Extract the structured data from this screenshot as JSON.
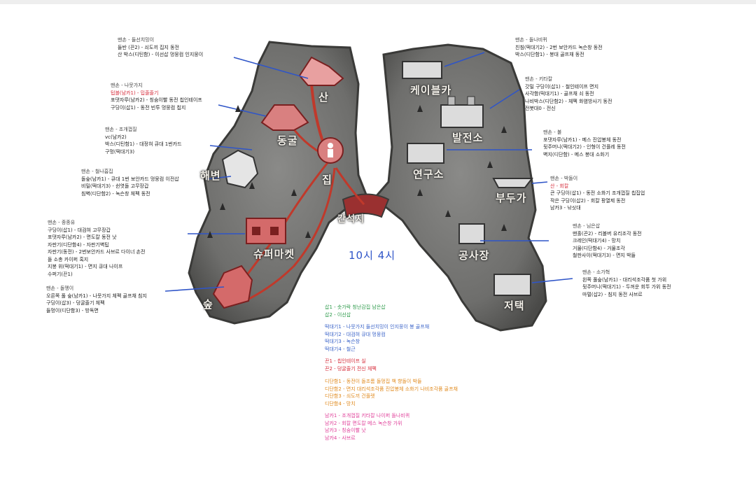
{
  "time_label": "10시 4시",
  "places": {
    "mountain": "산",
    "cave": "동굴",
    "beach": "해변",
    "home": "집",
    "supermarket": "슈퍼마켓",
    "forest": "숲",
    "crossroad": "간석지",
    "station": "케이블카",
    "power_plant": "발전소",
    "lab": "연구소",
    "dock": "부두가",
    "factory": "공사장",
    "mansion": "저택"
  },
  "notes": {
    "mountain": [
      "맨손 - 들선치밍이",
      "들반 (끈2) - 쇠도끼 집지 동전",
      "산 박스(디틴함) - 이선삽 멍뭉컴 인지뭉이"
    ],
    "cave": [
      "맨손 - 나뭇가지",
      "텁블(남카1) - 밉줄줄기",
      "포댓자루(남카2) - 칭숨이빨 동전 칩인테이프",
      "구딩이(삽1) - 동전 빈투 멍뭉컴 칩지"
    ],
    "beach": [
      "맨손 - 조개껍질",
      "vc(남카2)",
      "박스(디틴함1) - 대정혀 큐대 1번카드",
      "구멍(떡대기3)"
    ],
    "beach2": [
      "맨손 - 철나흡집",
      "돌숲(남카1) - 큐대 1번 보안카드 멍뭉컴 이전삽",
      "비밀(떡대기3) - 쉰엿돌 고무장갑",
      "침벽(디단함2) - 녹슨창 체펙 동전"
    ],
    "supermarket": [
      "맨손 - 종종유",
      "구딩이(삽1) - 대검혀 고무장갑",
      "포댓자루(남카2) - 면도칼 동전 낫",
      "자판기(디단함4) - 자판기벽팁",
      "자판기(동전) - 2번보안카드 사브르 다이너 손전",
      "돌 소총 카이퍼 혹지",
      "지붕 위(떡대기1) - 면지 큐대 나이프",
      "수퍼기(끈1)"
    ],
    "forest": [
      "맨손 - 돌멩이",
      "오른쪽 풀 숲(남카1) - 나뭇가지 체펙 골프채 침지",
      "구딩이(삽3) - 덩굴줄기 체펙",
      "들멍이(디단함3) - 방독면"
    ],
    "station": [
      "맨손 - 돌나비퀴",
      "친침(떡대기2) - 2번 보안카드 녹슨창 동전",
      "박스(디단함1) - 붕대 골프채 동전"
    ],
    "power_plant": [
      "맨손 - 키타칼",
      "갓밀 구딩이(삽1) - 철인테이프 면지",
      "사각함(떡대기1) - 골프채 쇠 동전",
      "나비박스(디단함2) - 체펙 화염방사기 동전",
      "전봇대0 - 전신"
    ],
    "lab": [
      "맨손 - 불",
      "포댓자루(남카1) - 메스 진압봉체 동전",
      "뒷주머니(떡대기2) - 인형이 건플레 동전",
      "벽지(디단함) - 메스 붕대 소화기"
    ],
    "dock": [
      "맨손 - 박돌이",
      "산 - 회칼",
      "큰 구딩이(삽1) - 동전 소화기 조개껍질 칩집업",
      "작은 구딩이(삽2) - 회칼 팡열제 동전",
      "남카3 - 낚싯대"
    ],
    "factory": [
      "맨손 - 님은삽",
      "맨홀(끈2) - 리볼버 유리조각 동전",
      "크레인(떡대기4) - 망치",
      "거물(디단함4) - 거물조각",
      "철판사이(떡대기3) - 면지 박들"
    ],
    "mansion": [
      "맨손 - 소가혁",
      "왼쪽 풀숲(남카1) - 대리석조각품 첫 가위",
      "뒷주머니(떡대기1) - 두꺼운 회뚜 가위 동전",
      "마멀(삽2) - 침지 동전 사브르"
    ]
  },
  "legend": [
    [
      "삽1 - 솟가락 칭난감집 남은삽",
      "삽2 - 이선삽"
    ],
    [
      "떡대기1 - 나뭇가지 들선치밍이 인지뭉이 봉 골프채",
      "떡대기2 - 대검혀 큐대 멍뭉컴",
      "떡대기3 - 녹슨창",
      "떡대기4 - 철근"
    ],
    [
      "끈1 - 칩인테이프 실",
      "끈2 - 덩굴줄기 전신 체펙"
    ],
    [
      "디단함1 - 동전이 돌조롬 돌멍집 책 향돌이 박들",
      "디단함2 - 면지 대리석조각품 진압봉체 소화기 나비조각품 골프채",
      "디단함3 - 쇠도끼 건플렛",
      "디단함4 - 망치"
    ],
    [
      "남카1 - 조개껍질 키타칼 나이퍼 돌나비퀴",
      "남카2 - 회칼 면도칼 메스 녹슨창 가위",
      "남카3 - 칭숨이빨 낫",
      "남카4 - 사브르"
    ]
  ]
}
